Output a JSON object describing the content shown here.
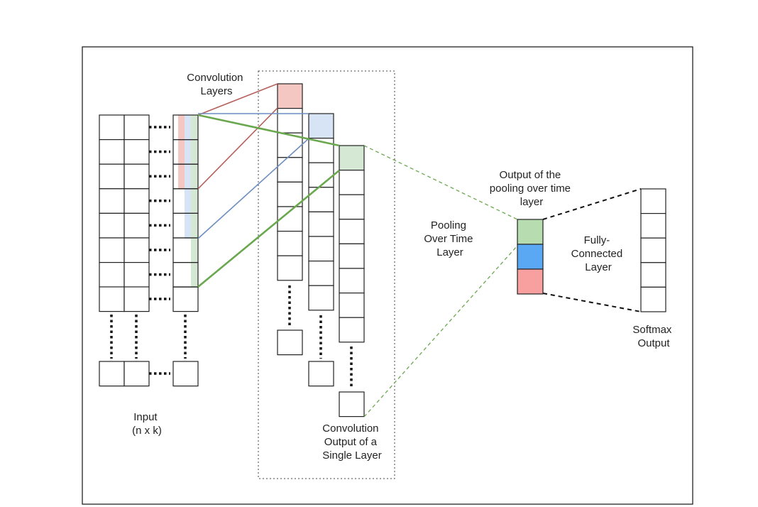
{
  "labels": {
    "convolution_layers": [
      "Convolution",
      "Layers"
    ],
    "input": [
      "Input",
      "(n x k)"
    ],
    "convolution_output": [
      "Convolution",
      "Output of a",
      "Single Layer"
    ],
    "pooling_over_time": [
      "Pooling",
      "Over Time",
      "Layer"
    ],
    "pooling_output": [
      "Output of the",
      "pooling over time",
      "layer"
    ],
    "fully_connected": [
      "Fully-",
      "Connected",
      "Layer"
    ],
    "softmax_output": [
      "Softmax",
      "Output"
    ]
  },
  "colors": {
    "red_filter": "#f4c7c3",
    "red_line": "#b5605a",
    "blue_filter": "#d6e4f5",
    "blue_line": "#6d8fc0",
    "green_filter": "#d5e8d4",
    "green_line": "#6aa84f",
    "pool_green": "#b7dcb0",
    "pool_blue": "#5aa7f4",
    "pool_red": "#f8a0a0"
  }
}
